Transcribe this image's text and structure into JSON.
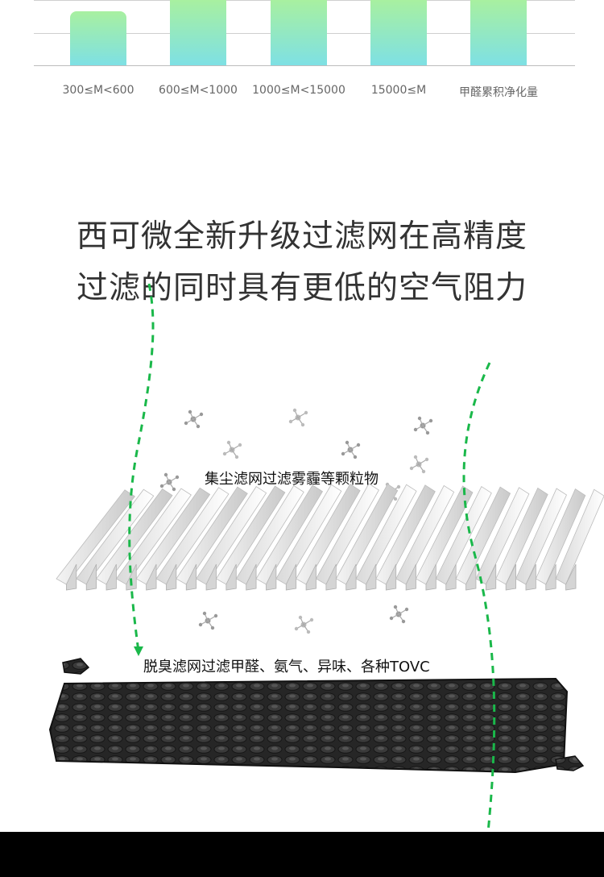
{
  "chart_data": {
    "type": "bar",
    "categories": [
      "300≤M<600",
      "600≤M<1000",
      "1000≤M<15000",
      "15000≤M",
      "甲醛累积净化量"
    ],
    "values": [
      68,
      82,
      82,
      82,
      82
    ],
    "ylim": [
      0,
      82
    ],
    "grid": true,
    "colors": {
      "top": "#a8f0a0",
      "bottom": "#7ee0e4"
    }
  },
  "headline": {
    "line1": "西可微全新升级过滤网在高精度",
    "line2": "过滤的同时具有更低的空气阻力"
  },
  "layers": {
    "dust_filter_label": "集尘滤网过滤雾霾等颗粒物",
    "deodor_filter_label": "脱臭滤网过滤甲醛、氨气、异味、各种TOVC"
  },
  "colors": {
    "arrow": "#1ab84a",
    "filter_white": "#f2f2f2",
    "filter_carbon": "#2b2b2b",
    "footer": "#000000"
  }
}
